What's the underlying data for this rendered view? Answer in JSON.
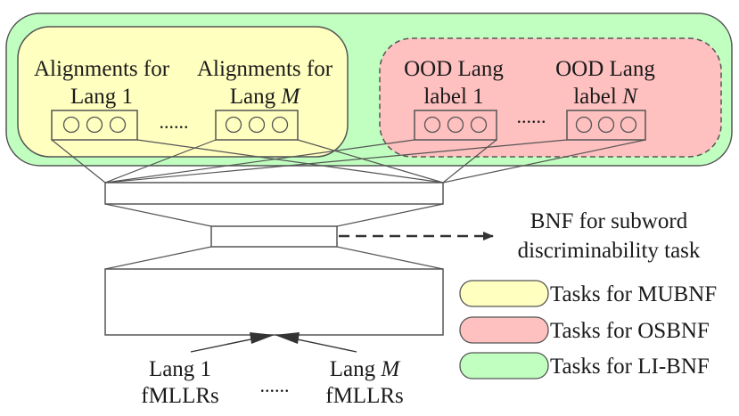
{
  "tasks_top": {
    "mubnf_group": {
      "left_title_line1": "Alignments for",
      "left_title_line2": "Lang 1",
      "right_title_line1": "Alignments for",
      "right_title_line2_prefix": "Lang ",
      "right_title_line2_var": "M",
      "ellipsis": "......"
    },
    "osbnf_group": {
      "left_title_line1": "OOD Lang",
      "left_title_line2": "label 1",
      "right_title_line1": "OOD Lang",
      "right_title_line2_prefix": "label ",
      "right_title_line2_var": "N",
      "ellipsis": "......"
    }
  },
  "bnf_output": {
    "line1": "BNF for subword",
    "line2": "discriminability task"
  },
  "inputs": {
    "left_line1": "Lang 1",
    "left_line2": "fMLLRs",
    "ellipsis": "......",
    "right_line1_prefix": "Lang ",
    "right_line1_var": "M",
    "right_line2": "fMLLRs"
  },
  "legend": [
    {
      "label": "Tasks for MUBNF",
      "color": "#ffffc0"
    },
    {
      "label": "Tasks for OSBNF",
      "color": "#ffc0c0"
    },
    {
      "label": "Tasks for LI-BNF",
      "color": "#c0ffc0"
    }
  ],
  "colors": {
    "li_bnf_fill": "#c0ffc0",
    "mubnf_fill": "#ffffc0",
    "osbnf_fill": "#ffc0c0",
    "stroke": "#555555"
  }
}
